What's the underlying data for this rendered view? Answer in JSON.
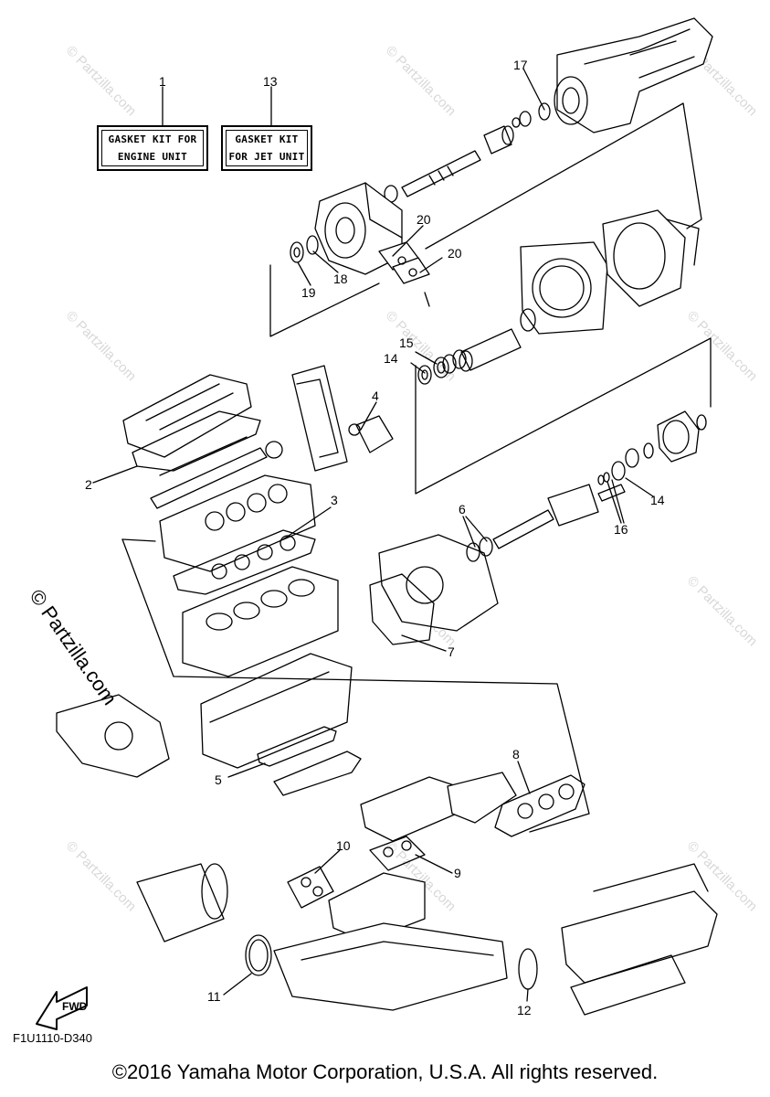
{
  "kits": {
    "engine": {
      "number": "1",
      "line1": "GASKET KIT FOR",
      "line2": "ENGINE UNIT"
    },
    "jet": {
      "number": "13",
      "line1": "GASKET KIT",
      "line2": "FOR JET UNIT"
    }
  },
  "callouts": [
    "2",
    "3",
    "4",
    "5",
    "6",
    "7",
    "8",
    "9",
    "10",
    "11",
    "12",
    "14",
    "14",
    "15",
    "16",
    "17",
    "18",
    "19",
    "20",
    "20"
  ],
  "fwd_label": "FWD",
  "diagram_code": "F1U1110-D340",
  "watermark": "© Partzilla.com",
  "faint_watermark": "© Partzilla.com",
  "copyright": "©2016 Yamaha Motor Corporation, U.S.A. All rights reserved."
}
